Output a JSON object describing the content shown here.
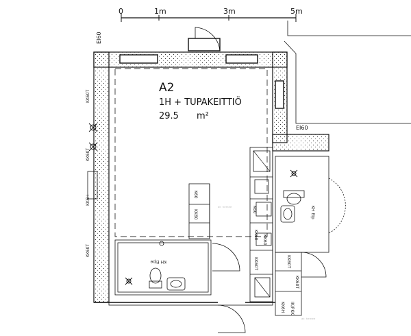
{
  "scale_bar": {
    "ticks": [
      "0",
      "1m",
      "3m",
      "5m"
    ]
  },
  "apartment": {
    "code": "A2",
    "type": "1H + TUPAKEITTIÖ",
    "area_value": "29.5",
    "area_unit": "m²"
  },
  "fire_class_labels": [
    "EI60",
    "EI60"
  ],
  "room_labels": {
    "bathroom_left": "KH EIpe",
    "bathroom_right": "KH EIp"
  },
  "fixture_labels": {
    "k60_a": "K60",
    "kk60_a": "KK60",
    "k60_b": "K60",
    "kk60_b": "KK60",
    "kk60_c": "KK60",
    "kk60t_a": "KK60T",
    "kk60t_b": "KK60T",
    "kk60t_c": "KK60T",
    "kk60t_d": "KK60T",
    "kk6h": "KK6H",
    "ik_pkk": "IK/PKK",
    "kk60t_e": "KK60T",
    "kk60t_f": "KK60T",
    "kk6h_left": "KK6H"
  }
}
